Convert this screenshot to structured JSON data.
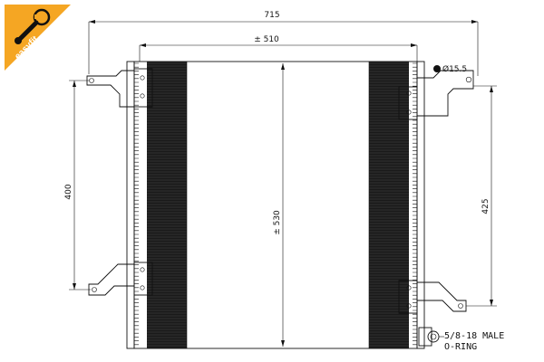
{
  "badge": {
    "text": "easyfit",
    "color_primary": "#f5a623",
    "color_icon": "#111111"
  },
  "dimensions": {
    "overall_width": "715",
    "core_width": "± 510",
    "core_height": "± 530",
    "left_mount_spacing": "400",
    "right_mount_spacing": "425",
    "mount_hole": "Ø15.5"
  },
  "connector_note": {
    "line1": "5/8-18 MALE",
    "line2": "O-RING"
  }
}
